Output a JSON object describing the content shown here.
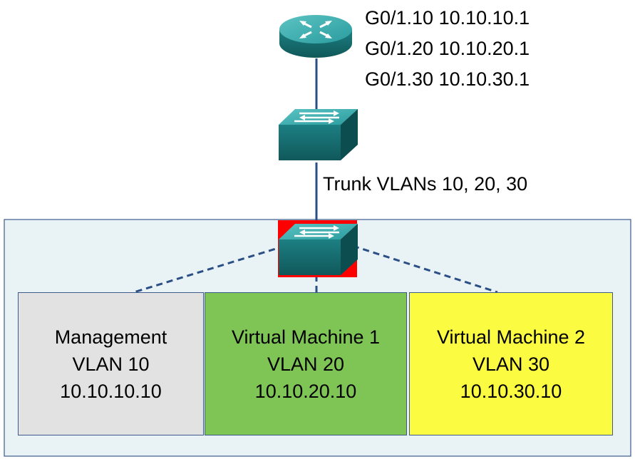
{
  "router": {
    "interfaces": [
      "G0/1.10 10.10.10.1",
      "G0/1.20 10.10.20.1",
      "G0/1.30 10.10.30.1"
    ]
  },
  "trunk_label": "Trunk VLANs 10, 20, 30",
  "vms": [
    {
      "name": "Management",
      "vlan": "VLAN 10",
      "ip": "10.10.10.10",
      "color": "#e2e2e2"
    },
    {
      "name": "Virtual Machine 1",
      "vlan": "VLAN 20",
      "ip": "10.10.20.10",
      "color": "#7fc556"
    },
    {
      "name": "Virtual Machine 2",
      "vlan": "VLAN 30",
      "ip": "10.10.30.10",
      "color": "#fbfb42"
    }
  ],
  "colors": {
    "device_teal": "#1f8b8e",
    "link": "#2b4f85",
    "host_background": "#e9f3f6",
    "highlight": "#ff0000"
  }
}
